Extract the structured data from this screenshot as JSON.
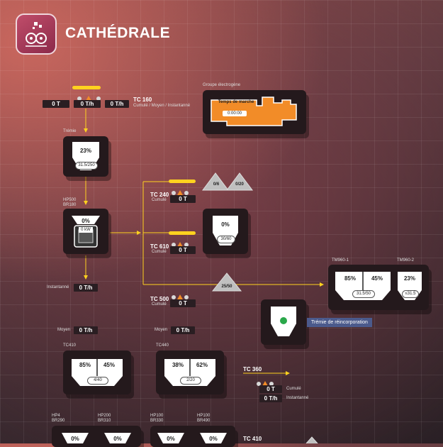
{
  "app": {
    "title": "CATHÉDRALE"
  },
  "colors": {
    "yellow": "#ffd21f",
    "orange": "#f28c28",
    "accent_bg": "#24191c",
    "tag_blue": "#4b5a8c"
  },
  "tc160": {
    "name": "TC 160",
    "subtitle": "Cumulé / Moyen / Instantanné",
    "cumul": "0 T",
    "moyen": "0 T/h",
    "inst": "0 T/h"
  },
  "generator": {
    "label": "Groupe électrogène",
    "runtime_title": "Temps de marche",
    "runtime": "0:00:00"
  },
  "tremie": {
    "label": "Trémie",
    "pct": "23%",
    "value": "31.5/250"
  },
  "hp500": {
    "label1": "HP500",
    "label2": "BR180",
    "pct": "0%",
    "power": "0 kW"
  },
  "piles_top": [
    "0/6",
    "0/20"
  ],
  "tc240": {
    "name": "TC 240",
    "sub": "Cumulé",
    "value": "0 T"
  },
  "silo_mid": {
    "pct": "0%",
    "value": "30/60"
  },
  "tc610": {
    "name": "TC 610",
    "sub": "Cumulé",
    "value": "0 T"
  },
  "tc500": {
    "name": "TC 500",
    "sub": "Cumulé",
    "value": "0 T"
  },
  "pile_mid": "25/50",
  "inst_row": {
    "label": "Instantanné",
    "value": "0 T/h"
  },
  "tm960": {
    "label1": "TM960-1",
    "label2": "TM960-2",
    "pct_a": "85%",
    "pct_b": "45%",
    "value_ab": "31.5/50",
    "pct_c": "23%",
    "value_c": "≤31.5"
  },
  "reincorp": {
    "label": "Trémie de réincorporation"
  },
  "moyen_left": {
    "label": "Moyen",
    "value": "0 T/h"
  },
  "moyen_right": {
    "label": "Moyen",
    "value": "0 T/h"
  },
  "tc410": {
    "label": "TC410",
    "pct_a": "85%",
    "pct_b": "45%",
    "value": "4/40"
  },
  "tc440": {
    "label": "TC440",
    "pct_a": "38%",
    "pct_b": "62%",
    "value": "2/20"
  },
  "tc360": {
    "name": "TC 360",
    "cumul": "0 T",
    "cumul_label": "Cumulé",
    "inst": "0 T/h",
    "inst_label": "Instantanné"
  },
  "bottom_left": {
    "hp4": "HP4",
    "br290": "BR290",
    "hp200": "HP200",
    "br310": "BR310",
    "pct_a": "0%",
    "pct_b": "0%"
  },
  "bottom_right": {
    "hp100a": "HP100",
    "br330": "BR330",
    "hp100b": "HP100",
    "br490": "BR490",
    "pct_a": "0%",
    "pct_b": "0%"
  },
  "bottom_tc": {
    "name": "TC 410"
  }
}
